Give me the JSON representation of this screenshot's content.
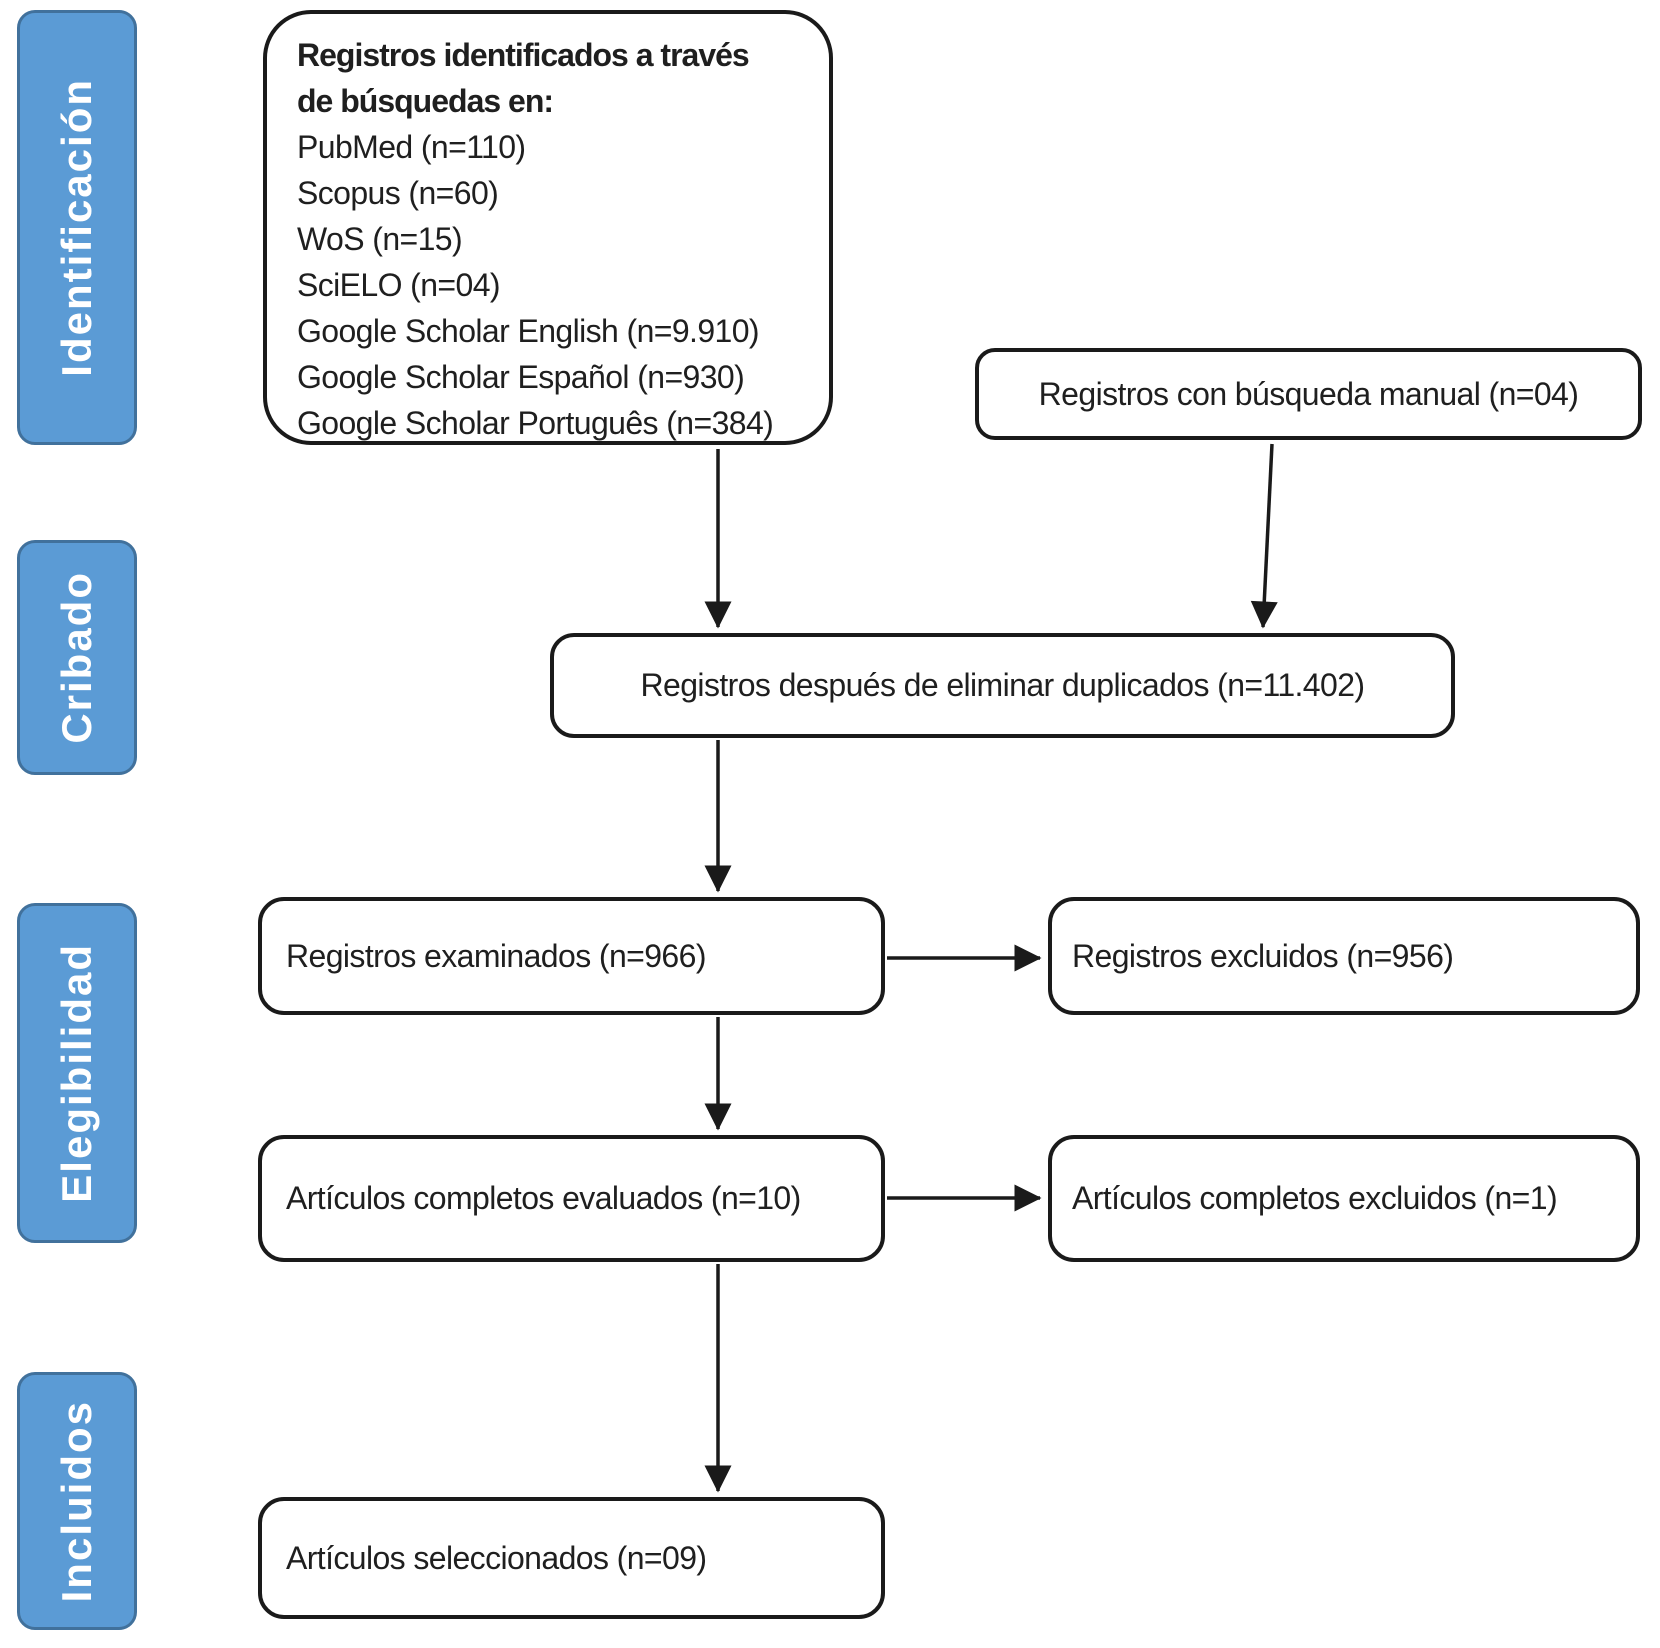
{
  "colors": {
    "phase-fill": "#5B9BD5",
    "phase-border": "#41719C",
    "box-border": "#1a1a1a",
    "arrow": "#1a1a1a",
    "text": "#1f1f1f",
    "phase-text": "#ffffff",
    "background": "#ffffff"
  },
  "phases": {
    "identification": "Identificación",
    "screening": "Cribado",
    "eligibility": "Elegibilidad",
    "included": "Incluidos"
  },
  "nodes": {
    "identified": {
      "header_line1": "Registros identificados a través",
      "header_line2": "de búsquedas en:",
      "sources": [
        "PubMed (n=110)",
        "Scopus (n=60)",
        "WoS (n=15)",
        "SciELO (n=04)",
        "Google Scholar English (n=9.910)",
        "Google Scholar Español (n=930)",
        "Google Scholar Português (n=384)"
      ]
    },
    "manual_search": {
      "label": "Registros con búsqueda manual (n=04)"
    },
    "deduplicated": {
      "label": "Registros después de eliminar duplicados (n=11.402)"
    },
    "screened": {
      "label": "Registros examinados (n=966)"
    },
    "screened_excluded": {
      "label": "Registros excluidos (n=956)"
    },
    "fulltext_assessed": {
      "label": "Artículos completos evaluados (n=10)"
    },
    "fulltext_excluded": {
      "label": "Artículos completos excluidos (n=1)"
    },
    "selected": {
      "label": "Artículos seleccionados (n=09)"
    }
  }
}
